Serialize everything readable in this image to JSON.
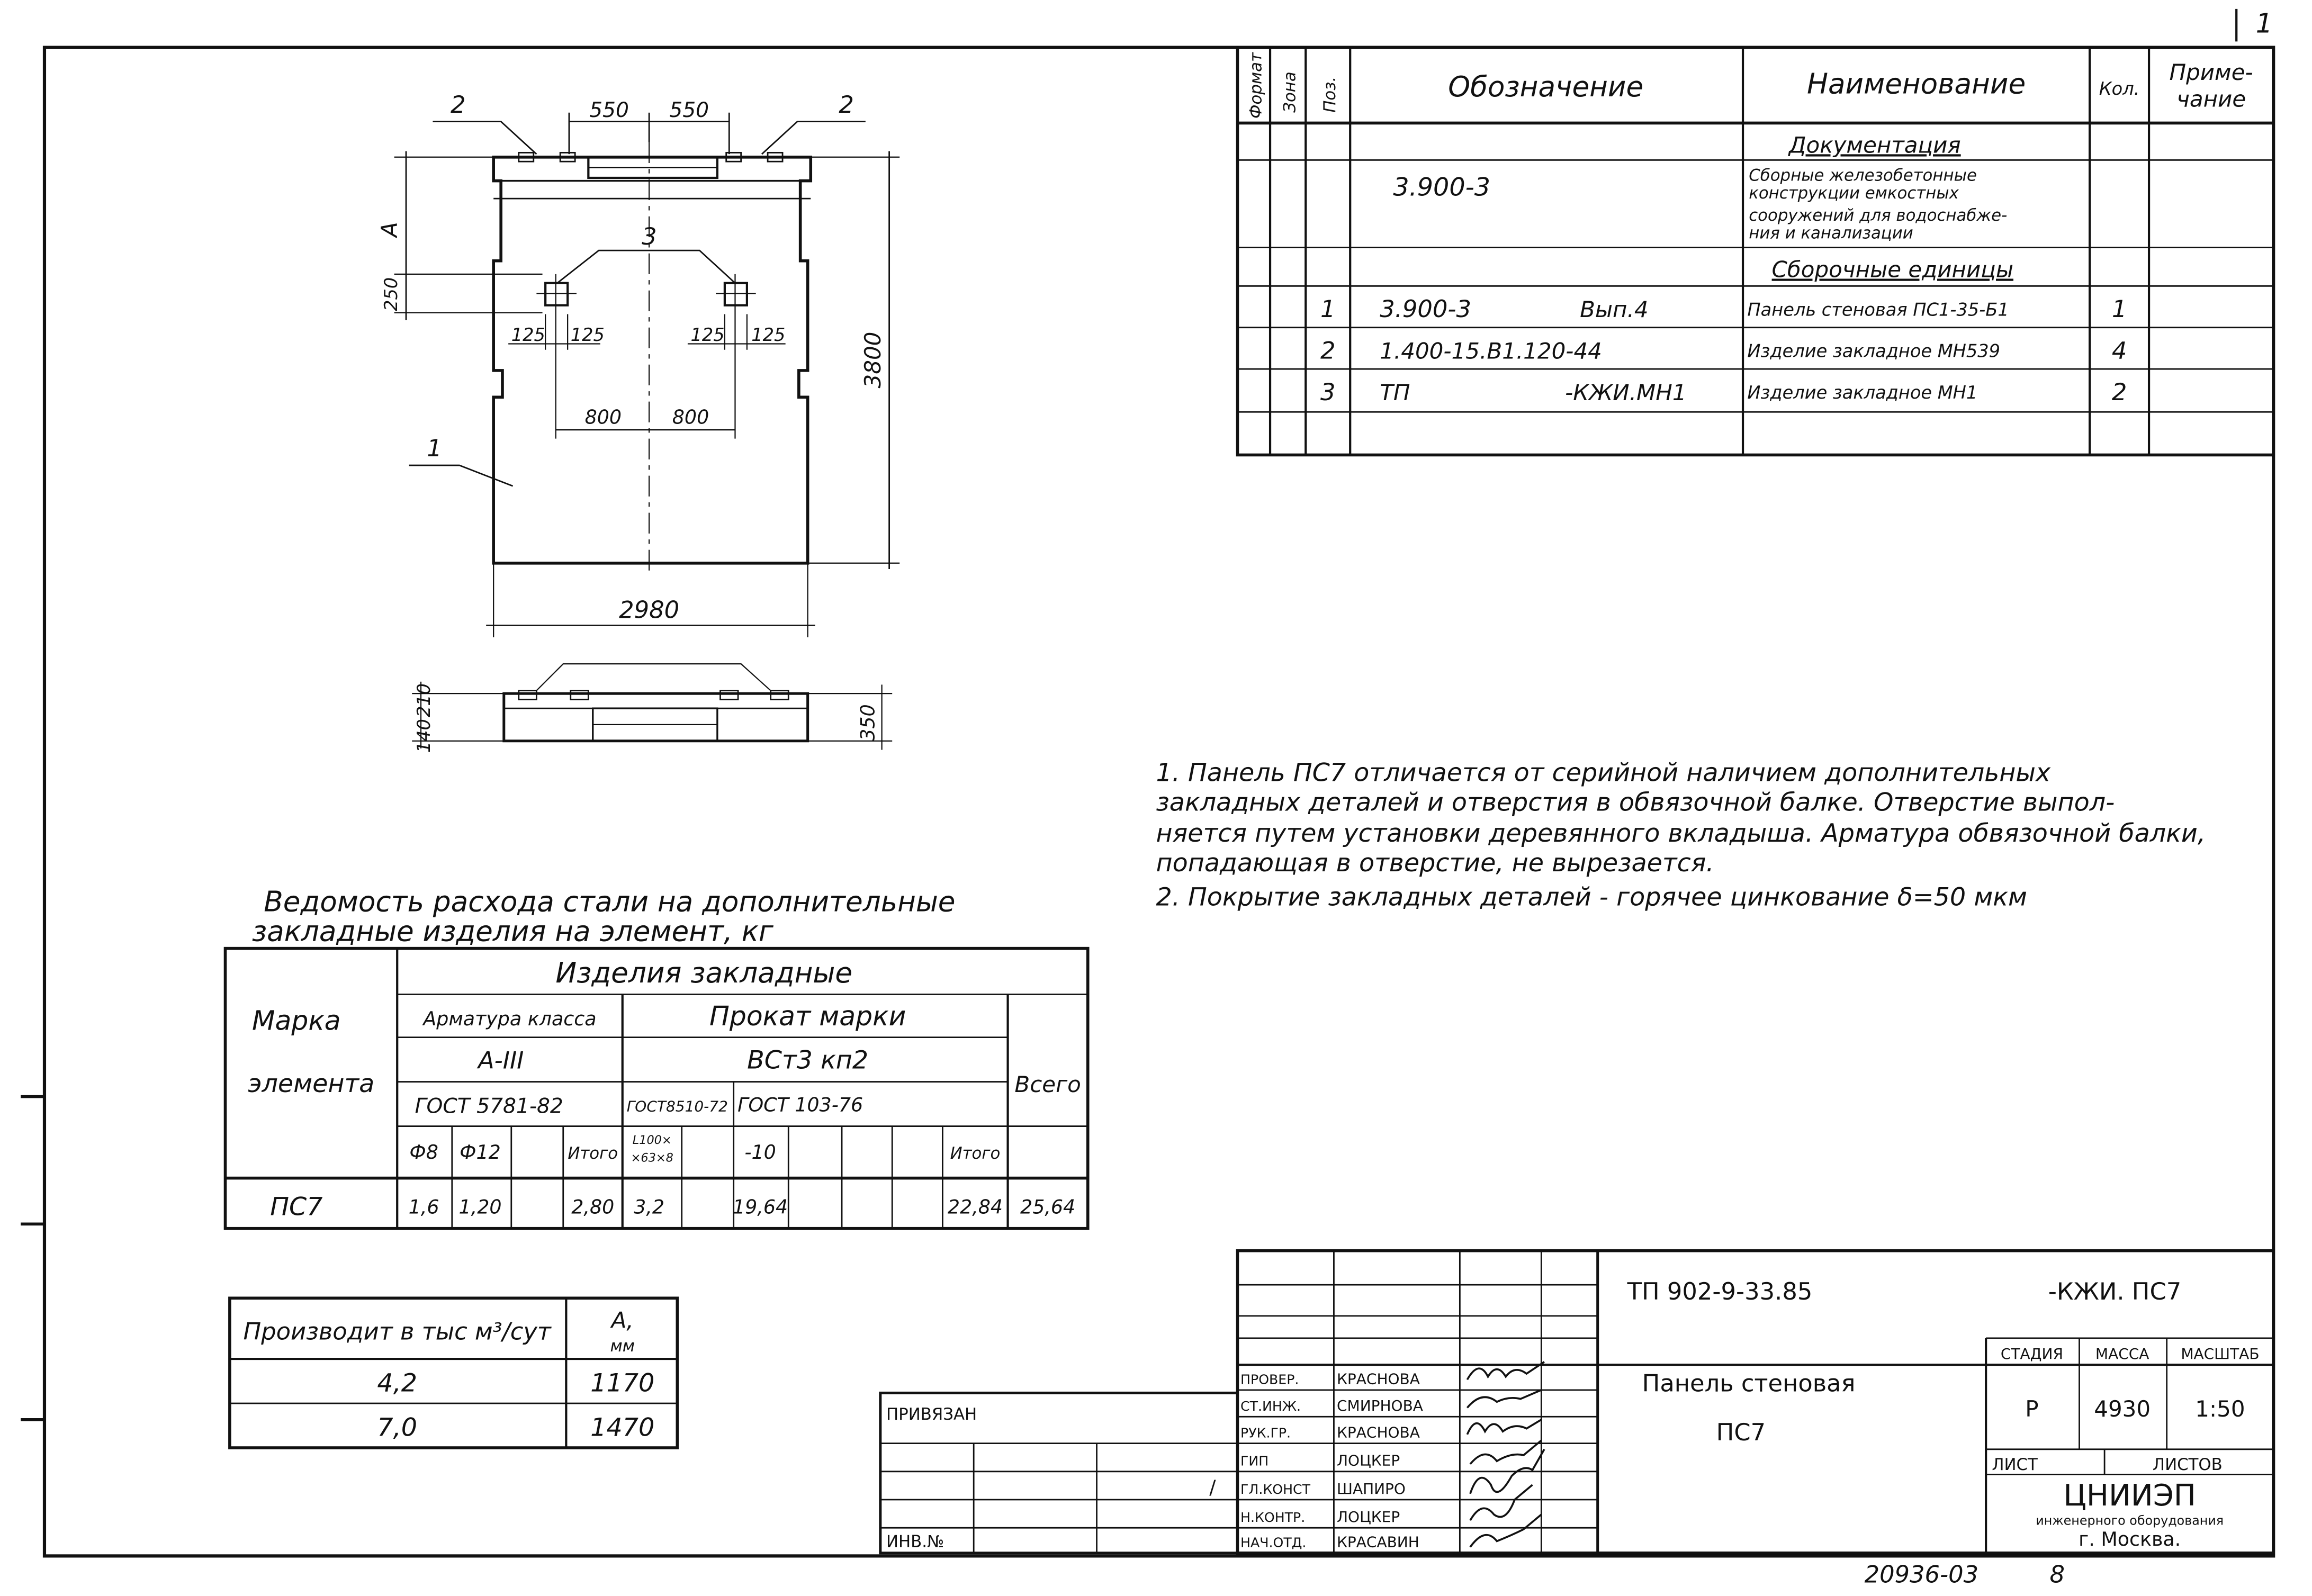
{
  "page_number": "1",
  "spec_table": {
    "headers": {
      "format": "Формат",
      "zone": "Зона",
      "pos": "Поз.",
      "designation": "Обозначение",
      "name": "Наименование",
      "qty": "Кол.",
      "note_l1": "Приме-",
      "note_l2": "чание"
    },
    "section_docs": "Документация",
    "doc_designation": "3.900-3",
    "doc_name_l1": "Сборные железобетонные",
    "doc_name_l2": "конструкции емкостных",
    "doc_name_l3": "сооружений для водоснабже-",
    "doc_name_l4": "ния и канализации",
    "section_units": "Сборочные единицы",
    "rows": [
      {
        "pos": "1",
        "designation": "3.900-3",
        "issue": "Вып.4",
        "name": "Панель стеновая ПС1-35-Б1",
        "qty": "1"
      },
      {
        "pos": "2",
        "designation": "1.400-15.В1.120-44",
        "issue": "",
        "name": "Изделие закладное МН539",
        "qty": "4"
      },
      {
        "pos": "3",
        "designation": "ТП",
        "issue": "-КЖИ.МН1",
        "name": "Изделие закладное МН1",
        "qty": "2"
      }
    ]
  },
  "drawing": {
    "callout_2": "2",
    "dim_550": "550",
    "dim_A": "А",
    "dim_250": "250",
    "callout_3": "3",
    "dim_125": "125",
    "dim_800": "800",
    "dim_3800": "3800",
    "callout_1": "1",
    "dim_2980": "2980",
    "dim_140": "140",
    "dim_210": "210",
    "dim_350": "350"
  },
  "notes": [
    "1. Панель ПС7   отличается от серийной наличием дополнительных",
    "закладных деталей и отверстия в обвязочной балке. Отверстие выпол-",
    "няется путем установки деревянного вкладыша. Арматура обвязочной балки,",
    "попадающая в отверстие, не вырезается.",
    "2. Покрытие закладных деталей - горячее цинкование δ=50 мкм"
  ],
  "steel_table": {
    "title_l1": "Ведомость расхода стали на дополнительные",
    "title_l2": "закладные изделия на элемент, кг",
    "mark_l1": "Марка",
    "mark_l2": "элемента",
    "group": "Изделия закладные",
    "rebar_class": "Арматура класса",
    "rebar_grade": "A-III",
    "rebar_gost": "ГОСТ 5781-82",
    "rolled": "Прокат марки",
    "rolled_grade": "ВСт3 кп2",
    "gost_8510": "ГОСТ8510-72",
    "gost_103": "ГОСТ 103-76",
    "total": "Всего",
    "col_f8": "Ф8",
    "col_f12": "Ф12",
    "col_itogo1": "Итого",
    "col_angle_l1": "L100×",
    "col_angle_l2": "×63×8",
    "col_strip": "-10",
    "col_itogo2": "Итого",
    "row": {
      "mark": "ПС7",
      "f8": "1,6",
      "f12": "1,20",
      "itogo1": "2,80",
      "angle": "3,2",
      "strip": "19,64",
      "itogo2": "22,84",
      "total": "25,64"
    }
  },
  "capacity_table": {
    "h1": "Производит в тыс м³/сут",
    "h2_l1": "А,",
    "h2_l2": "мм",
    "rows": [
      {
        "cap": "4,2",
        "a": "1170"
      },
      {
        "cap": "7,0",
        "a": "1470"
      }
    ]
  },
  "title_block": {
    "privyazan": "ПРИВЯЗАН",
    "inv_no": "ИНВ.№",
    "sheet_mark": "/",
    "doc_code": "ТП 902-9-33.85",
    "doc_suffix": "-КЖИ. ПС7",
    "title_l1": "Панель стеновая",
    "title_l2": "ПС7",
    "stage_label": "СТАДИЯ",
    "mass_label": "МАССА",
    "scale_label": "МАСШТАБ",
    "stage": "Р",
    "mass": "4930",
    "scale": "1:50",
    "sheet_label": "ЛИСТ",
    "sheets_label": "ЛИСТОВ",
    "org": "ЦНИИЭП",
    "org_sub": "инженерного оборудования",
    "city": "г. Москва.",
    "signers": [
      {
        "role": "ПРОВЕР.",
        "name": "КРАСНОВА"
      },
      {
        "role": "СТ.ИНЖ.",
        "name": "СМИРНОВА"
      },
      {
        "role": "РУК.ГР.",
        "name": "КРАСНОВА"
      },
      {
        "role": "ГИП",
        "name": "ЛОЦКЕР"
      },
      {
        "role": "ГЛ.КОНСТ",
        "name": "ШАПИРО"
      },
      {
        "role": "Н.КОНТР.",
        "name": "ЛОЦКЕР"
      },
      {
        "role": "НАЧ.ОТД.",
        "name": "КРАСАВИН"
      }
    ],
    "archive_no": "20936-03",
    "archive_sheet": "8"
  }
}
